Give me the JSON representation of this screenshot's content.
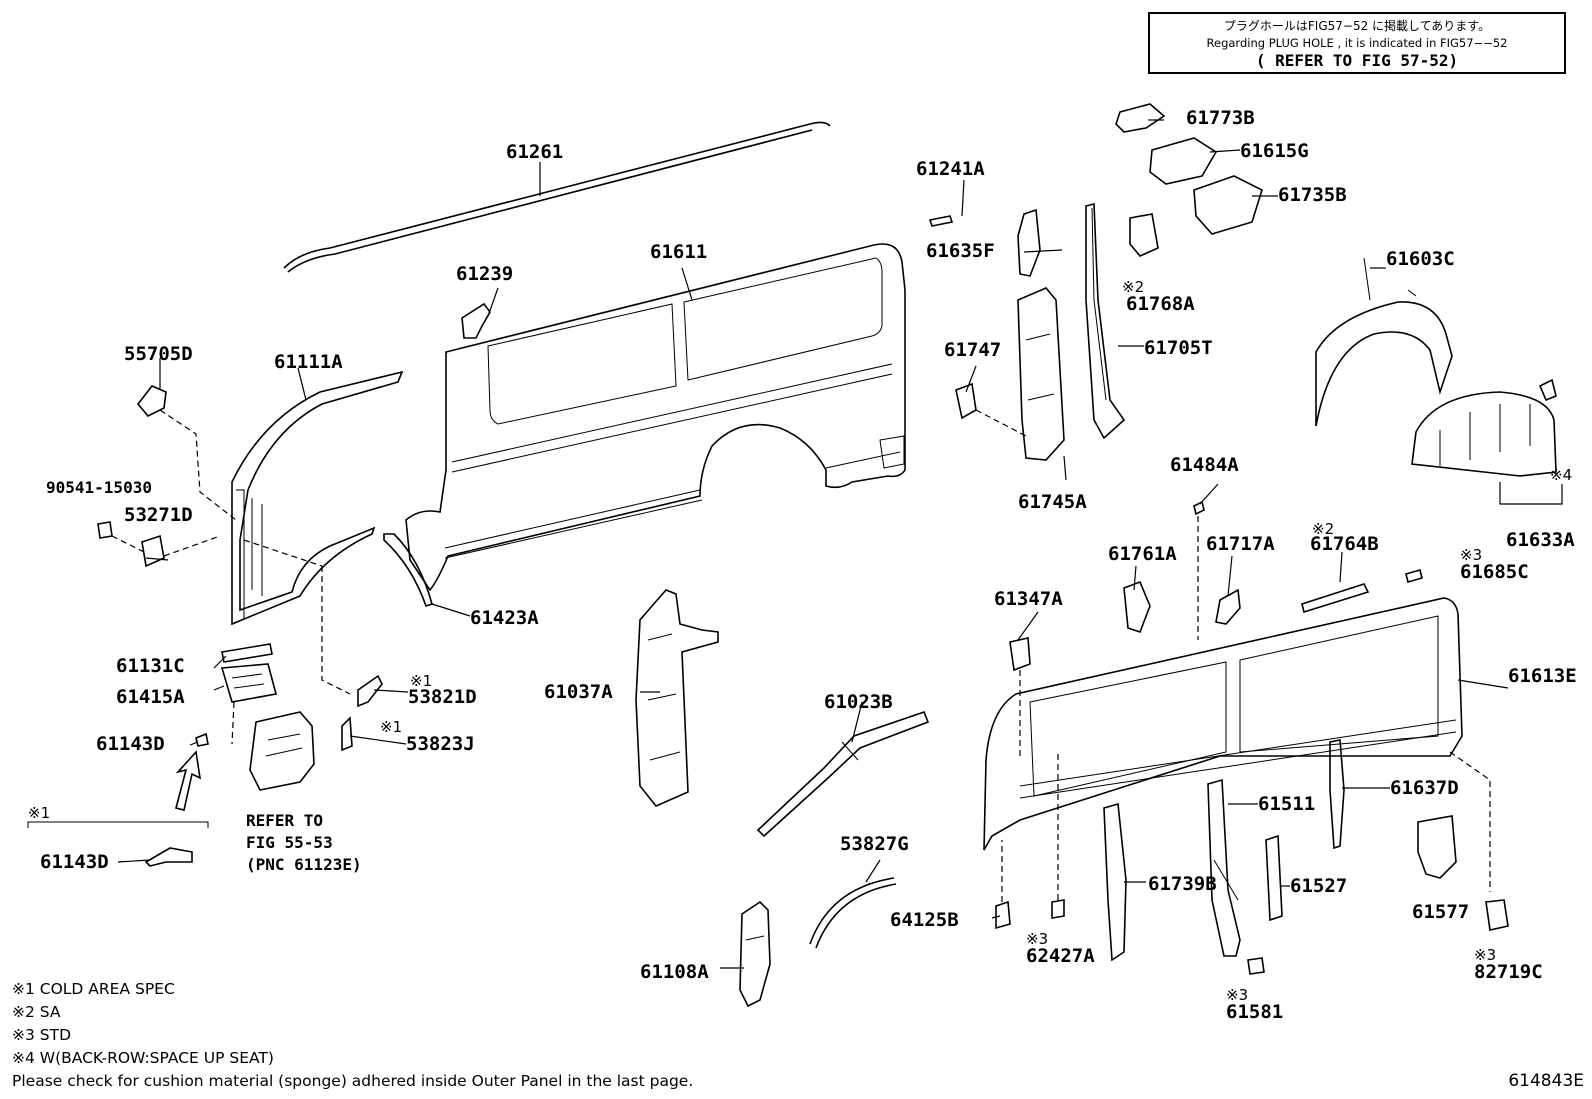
{
  "note": {
    "line1": "プラグホールはFIG57−52 に掲載してあります。",
    "line2": "Regarding PLUG HOLE , it is indicated in FIG57−−52",
    "line3": "( REFER TO FIG 57-52)"
  },
  "parts": {
    "p61261": "61261",
    "p61773B": "61773B",
    "p61615G": "61615G",
    "p61735B": "61735B",
    "p61241A": "61241A",
    "p61635F": "61635F",
    "p61768A": "61768A",
    "p61603C": "61603C",
    "p61239": "61239",
    "p61611": "61611",
    "p55705D": "55705D",
    "p61111A": "61111A",
    "p61747": "61747",
    "p61705T": "61705T",
    "p61745A": "61745A",
    "p90541": "90541-15030",
    "p53271D": "53271D",
    "p61484A": "61484A",
    "p61633A": "61633A",
    "p61761A": "61761A",
    "p61717A": "61717A",
    "p61764B": "61764B",
    "p61685C": "61685C",
    "p61423A": "61423A",
    "p61347A": "61347A",
    "p61131C": "61131C",
    "p61037A": "61037A",
    "p61613E": "61613E",
    "p61415A": "61415A",
    "p53821D": "53821D",
    "p61023B": "61023B",
    "p61143D": "61143D",
    "p53823J": "53823J",
    "p61637D": "61637D",
    "p61511": "61511",
    "p61143D_b": "61143D",
    "p53827G": "53827G",
    "p61739B": "61739B",
    "p61527": "61527",
    "p61577": "61577",
    "p64125B": "64125B",
    "p62427A": "62427A",
    "p82719C": "82719C",
    "p61108A": "61108A",
    "p61581": "61581"
  },
  "refer": {
    "line1": "REFER TO",
    "line2": "FIG 55-53",
    "line3": "(PNC 61123E)"
  },
  "marks": {
    "m1": "※1",
    "m2": "※2",
    "m3": "※3",
    "m4": "※4"
  },
  "legend": {
    "l1": "※1 COLD AREA SPEC",
    "l2": "※2 SA",
    "l3": "※3 STD",
    "l4": "※4 W(BACK-ROW:SPACE UP SEAT)",
    "footer": "Please check for cushion material (sponge) adhered inside Outer Panel in the last page."
  },
  "figure_number": "614843E"
}
